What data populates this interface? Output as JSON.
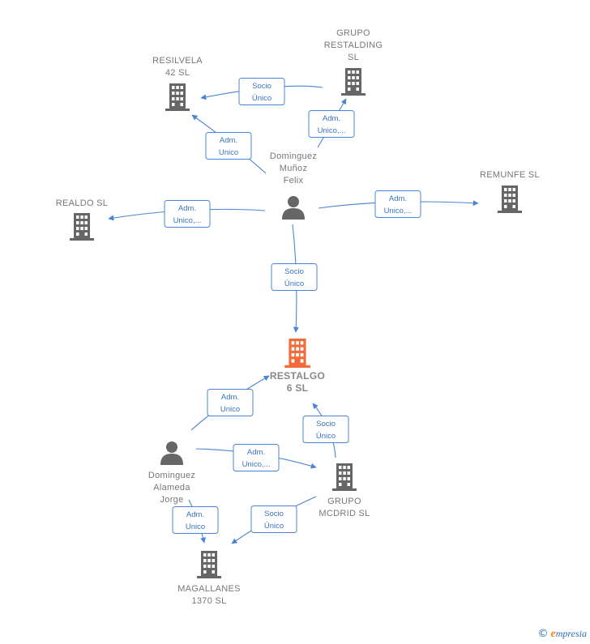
{
  "colors": {
    "building": "#666666",
    "focus_building": "#f26b3a",
    "person": "#666666",
    "edge": "#4a86d4",
    "edge_text": "#3a73c2"
  },
  "nodes": [
    {
      "id": "restalgo",
      "icon": "building-icon",
      "focus": true,
      "label": [
        "RESTALGO",
        "6  SL"
      ]
    },
    {
      "id": "resilvela",
      "icon": "building-icon",
      "label": [
        "RESILVELA",
        "42  SL"
      ]
    },
    {
      "id": "restalding",
      "icon": "building-icon",
      "label": [
        "GRUPO",
        "RESTALDING",
        "SL"
      ]
    },
    {
      "id": "remunfe",
      "icon": "building-icon",
      "label": [
        "REMUNFE  SL"
      ]
    },
    {
      "id": "realdo",
      "icon": "building-icon",
      "label": [
        "REALDO  SL"
      ]
    },
    {
      "id": "felix",
      "icon": "person-icon",
      "label": [
        "Dominguez",
        "Muñoz",
        "Felix"
      ]
    },
    {
      "id": "jorge",
      "icon": "person-icon",
      "label": [
        "Dominguez",
        "Alameda",
        "Jorge"
      ]
    },
    {
      "id": "mcdrid",
      "icon": "building-icon",
      "label": [
        "GRUPO",
        "MCDRID  SL"
      ]
    },
    {
      "id": "magallanes",
      "icon": "building-icon",
      "label": [
        "MAGALLANES",
        "1370  SL"
      ]
    }
  ],
  "edges": [
    {
      "from": "restalding",
      "to": "resilvela",
      "label": [
        "Socio",
        "Único"
      ]
    },
    {
      "from": "felix",
      "to": "restalding",
      "label": [
        "Adm.",
        "Unico,..."
      ]
    },
    {
      "from": "felix",
      "to": "resilvela",
      "label": [
        "Adm.",
        "Unico"
      ]
    },
    {
      "from": "felix",
      "to": "realdo",
      "label": [
        "Adm.",
        "Unico,..."
      ]
    },
    {
      "from": "felix",
      "to": "remunfe",
      "label": [
        "Adm.",
        "Unico,..."
      ]
    },
    {
      "from": "felix",
      "to": "restalgo",
      "label": [
        "Socio",
        "Único"
      ]
    },
    {
      "from": "jorge",
      "to": "restalgo",
      "label": [
        "Adm.",
        "Unico"
      ]
    },
    {
      "from": "mcdrid",
      "to": "restalgo",
      "label": [
        "Socio",
        "Único"
      ]
    },
    {
      "from": "jorge",
      "to": "mcdrid",
      "label": [
        "Adm.",
        "Unico,..."
      ]
    },
    {
      "from": "jorge",
      "to": "magallanes",
      "label": [
        "Adm.",
        "Unico"
      ]
    },
    {
      "from": "mcdrid",
      "to": "magallanes",
      "label": [
        "Socio",
        "Único"
      ]
    }
  ],
  "brand": {
    "copyright": "©",
    "e": "e",
    "name": "mpresia"
  }
}
